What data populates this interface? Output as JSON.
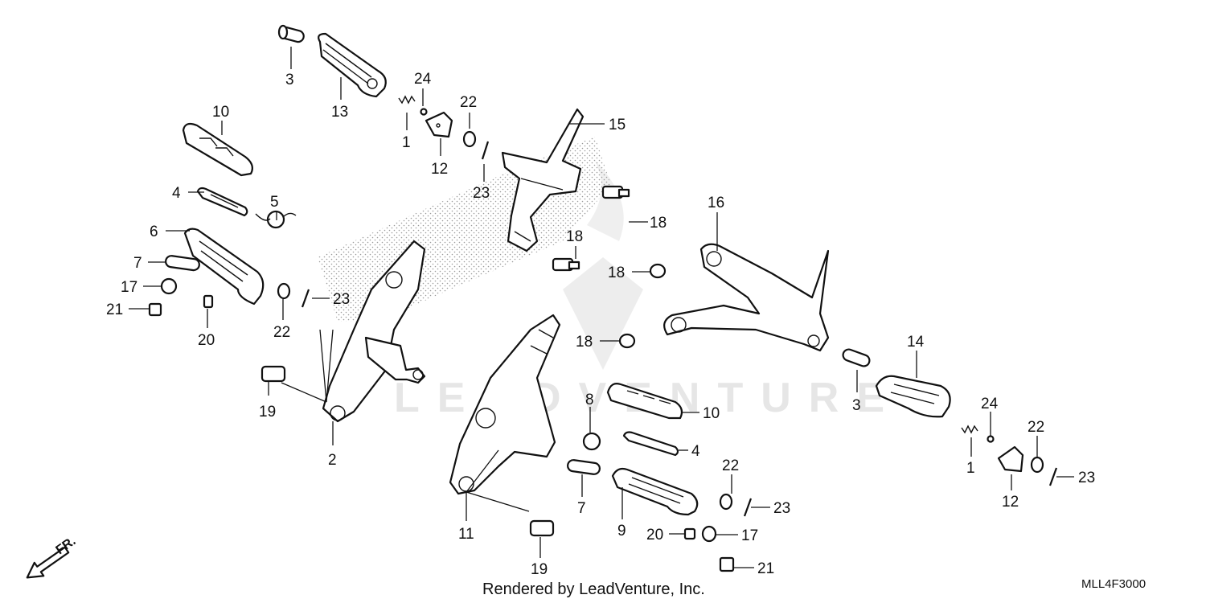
{
  "diagram": {
    "parts": [
      {
        "key": "p3a",
        "label": "3"
      },
      {
        "key": "p13",
        "label": "13"
      },
      {
        "key": "p24a",
        "label": "24"
      },
      {
        "key": "p1a",
        "label": "1"
      },
      {
        "key": "p22a",
        "label": "22"
      },
      {
        "key": "p12a",
        "label": "12"
      },
      {
        "key": "p15",
        "label": "15"
      },
      {
        "key": "p23a",
        "label": "23"
      },
      {
        "key": "p10a",
        "label": "10"
      },
      {
        "key": "p4a",
        "label": "4"
      },
      {
        "key": "p5",
        "label": "5"
      },
      {
        "key": "p6",
        "label": "6"
      },
      {
        "key": "p7a",
        "label": "7"
      },
      {
        "key": "p17a",
        "label": "17"
      },
      {
        "key": "p21a",
        "label": "21"
      },
      {
        "key": "p20a",
        "label": "20"
      },
      {
        "key": "p22b",
        "label": "22"
      },
      {
        "key": "p23b",
        "label": "23"
      },
      {
        "key": "p19a",
        "label": "19"
      },
      {
        "key": "p2",
        "label": "2"
      },
      {
        "key": "p18a",
        "label": "18"
      },
      {
        "key": "p18b",
        "label": "18"
      },
      {
        "key": "p18c",
        "label": "18"
      },
      {
        "key": "p18d",
        "label": "18"
      },
      {
        "key": "p16",
        "label": "16"
      },
      {
        "key": "p14",
        "label": "14"
      },
      {
        "key": "p3b",
        "label": "3"
      },
      {
        "key": "p24b",
        "label": "24"
      },
      {
        "key": "p22c",
        "label": "22"
      },
      {
        "key": "p1b",
        "label": "1"
      },
      {
        "key": "p12b",
        "label": "12"
      },
      {
        "key": "p23c",
        "label": "23"
      },
      {
        "key": "p8",
        "label": "8"
      },
      {
        "key": "p10b",
        "label": "10"
      },
      {
        "key": "p4b",
        "label": "4"
      },
      {
        "key": "p7b",
        "label": "7"
      },
      {
        "key": "p9",
        "label": "9"
      },
      {
        "key": "p22d",
        "label": "22"
      },
      {
        "key": "p23d",
        "label": "23"
      },
      {
        "key": "p20b",
        "label": "20"
      },
      {
        "key": "p17b",
        "label": "17"
      },
      {
        "key": "p21b",
        "label": "21"
      },
      {
        "key": "p11",
        "label": "11"
      },
      {
        "key": "p19b",
        "label": "19"
      }
    ],
    "direction_label": "FR.",
    "diagram_code": "MLL4F3000",
    "credit": "Rendered by LeadVenture, Inc.",
    "watermark": "LEADVENTURE"
  }
}
